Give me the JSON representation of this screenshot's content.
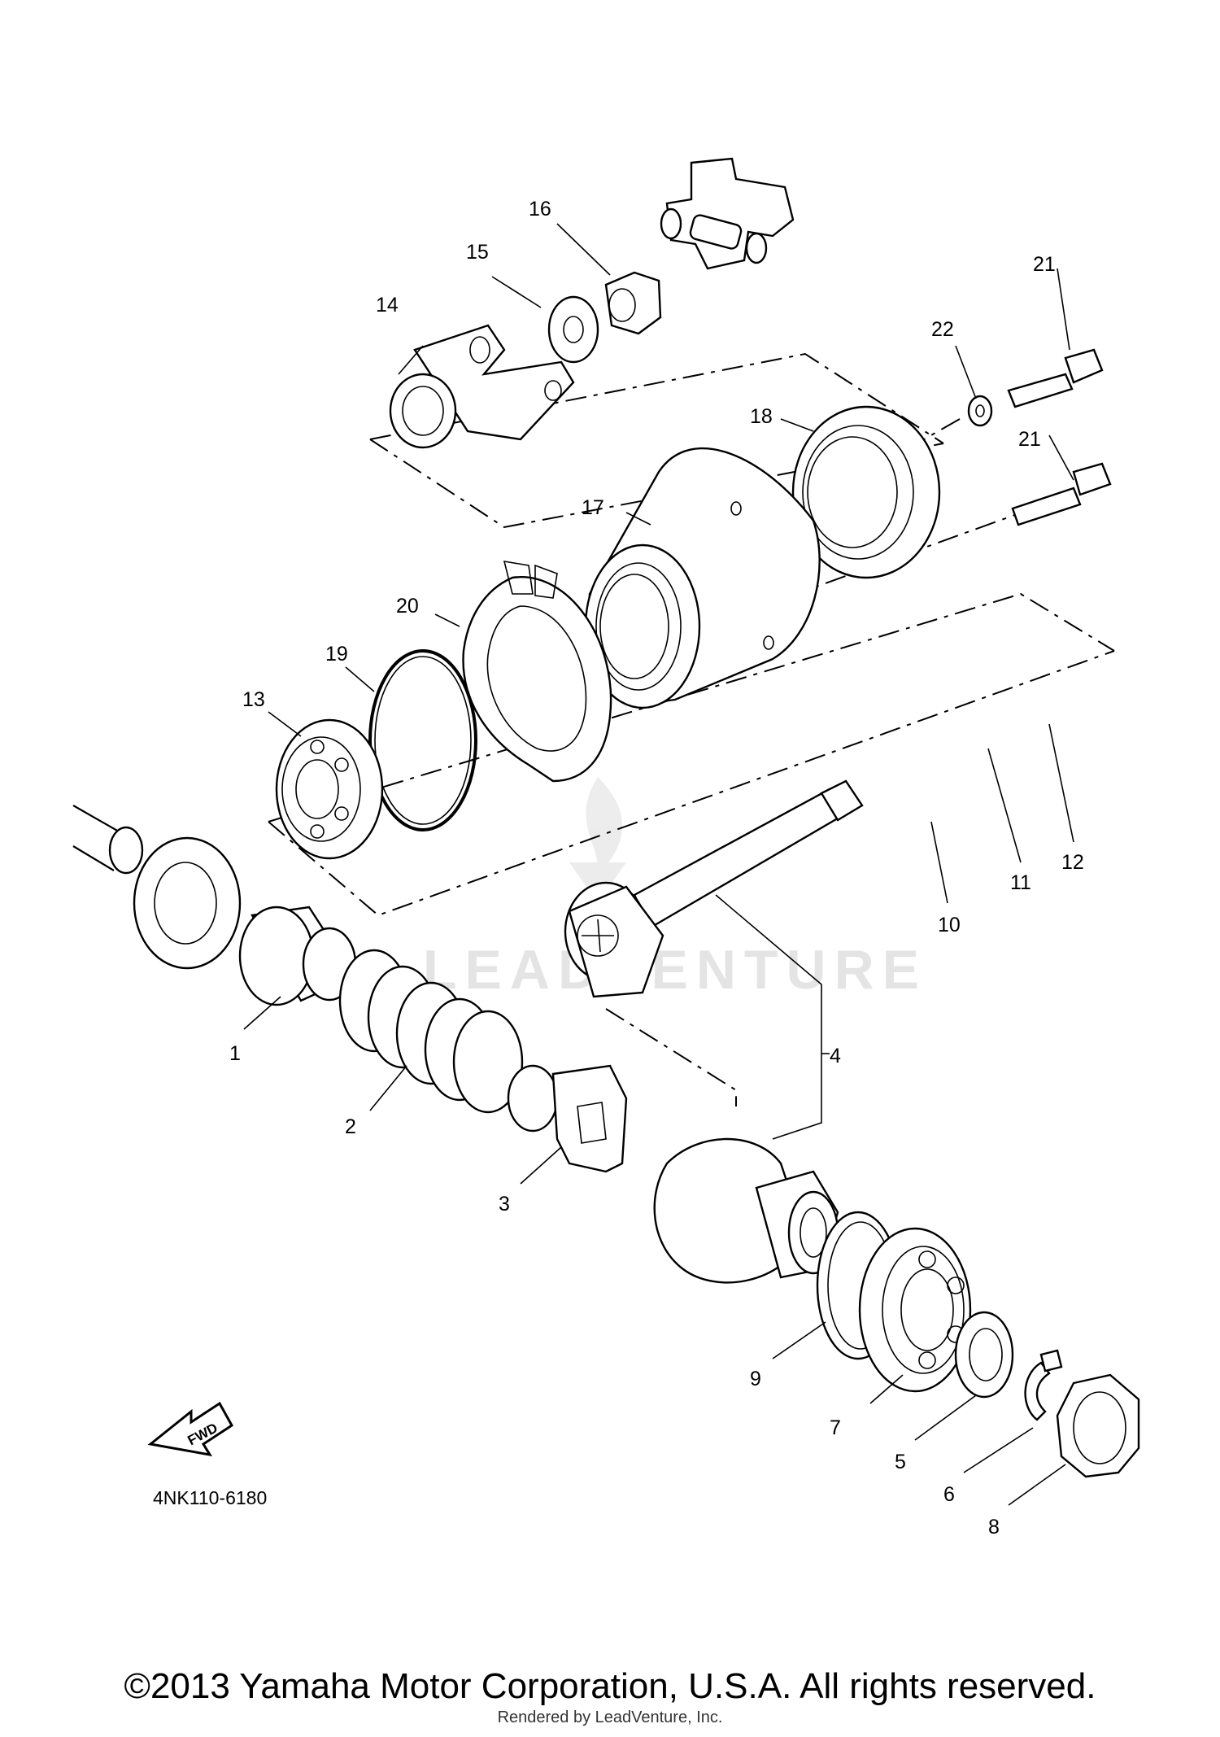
{
  "diagram": {
    "callouts": [
      "1",
      "2",
      "3",
      "4",
      "5",
      "6",
      "7",
      "8",
      "9",
      "10",
      "11",
      "12",
      "13",
      "14",
      "15",
      "16",
      "17",
      "18",
      "19",
      "20",
      "21",
      "21",
      "22"
    ],
    "direction_label": "FWD",
    "catalog_code": "4NK110-6180",
    "watermark": "LEADVENTURE"
  },
  "footer": {
    "copyright": "©2013 Yamaha Motor Corporation, U.S.A. All rights reserved.",
    "rendered_by": "Rendered by LeadVenture, Inc."
  }
}
